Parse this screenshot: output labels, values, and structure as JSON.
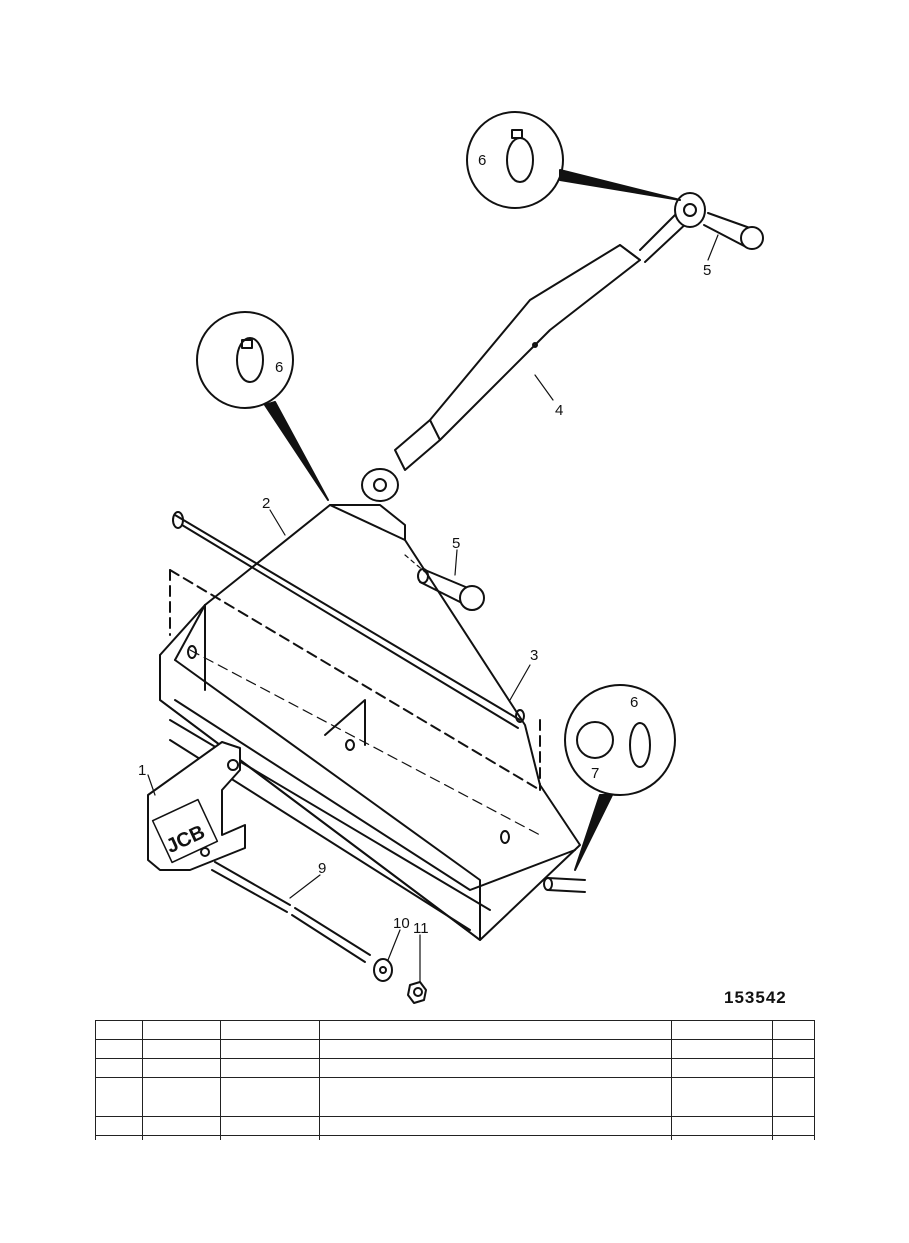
{
  "figure": {
    "number": "153542",
    "callouts": [
      {
        "id": "1",
        "label": "1"
      },
      {
        "id": "2",
        "label": "2"
      },
      {
        "id": "3",
        "label": "3"
      },
      {
        "id": "4",
        "label": "4"
      },
      {
        "id": "5a",
        "label": "5"
      },
      {
        "id": "5b",
        "label": "5"
      },
      {
        "id": "6a",
        "label": "6"
      },
      {
        "id": "6b",
        "label": "6"
      },
      {
        "id": "6c",
        "label": "6"
      },
      {
        "id": "7",
        "label": "7"
      },
      {
        "id": "9",
        "label": "9"
      },
      {
        "id": "10",
        "label": "10"
      },
      {
        "id": "11",
        "label": "11"
      }
    ],
    "logo_text": "JCB"
  },
  "parts_table": {
    "columns": 6,
    "rows": [
      [
        "",
        "",
        "",
        "",
        "",
        ""
      ],
      [
        "",
        "",
        "",
        "",
        "",
        ""
      ],
      [
        "",
        "",
        "",
        "",
        "",
        ""
      ],
      [
        "",
        "",
        "",
        "",
        "",
        ""
      ],
      [
        "",
        "",
        "",
        "",
        "",
        ""
      ],
      [
        "",
        "",
        "",
        "",
        "",
        ""
      ]
    ]
  }
}
